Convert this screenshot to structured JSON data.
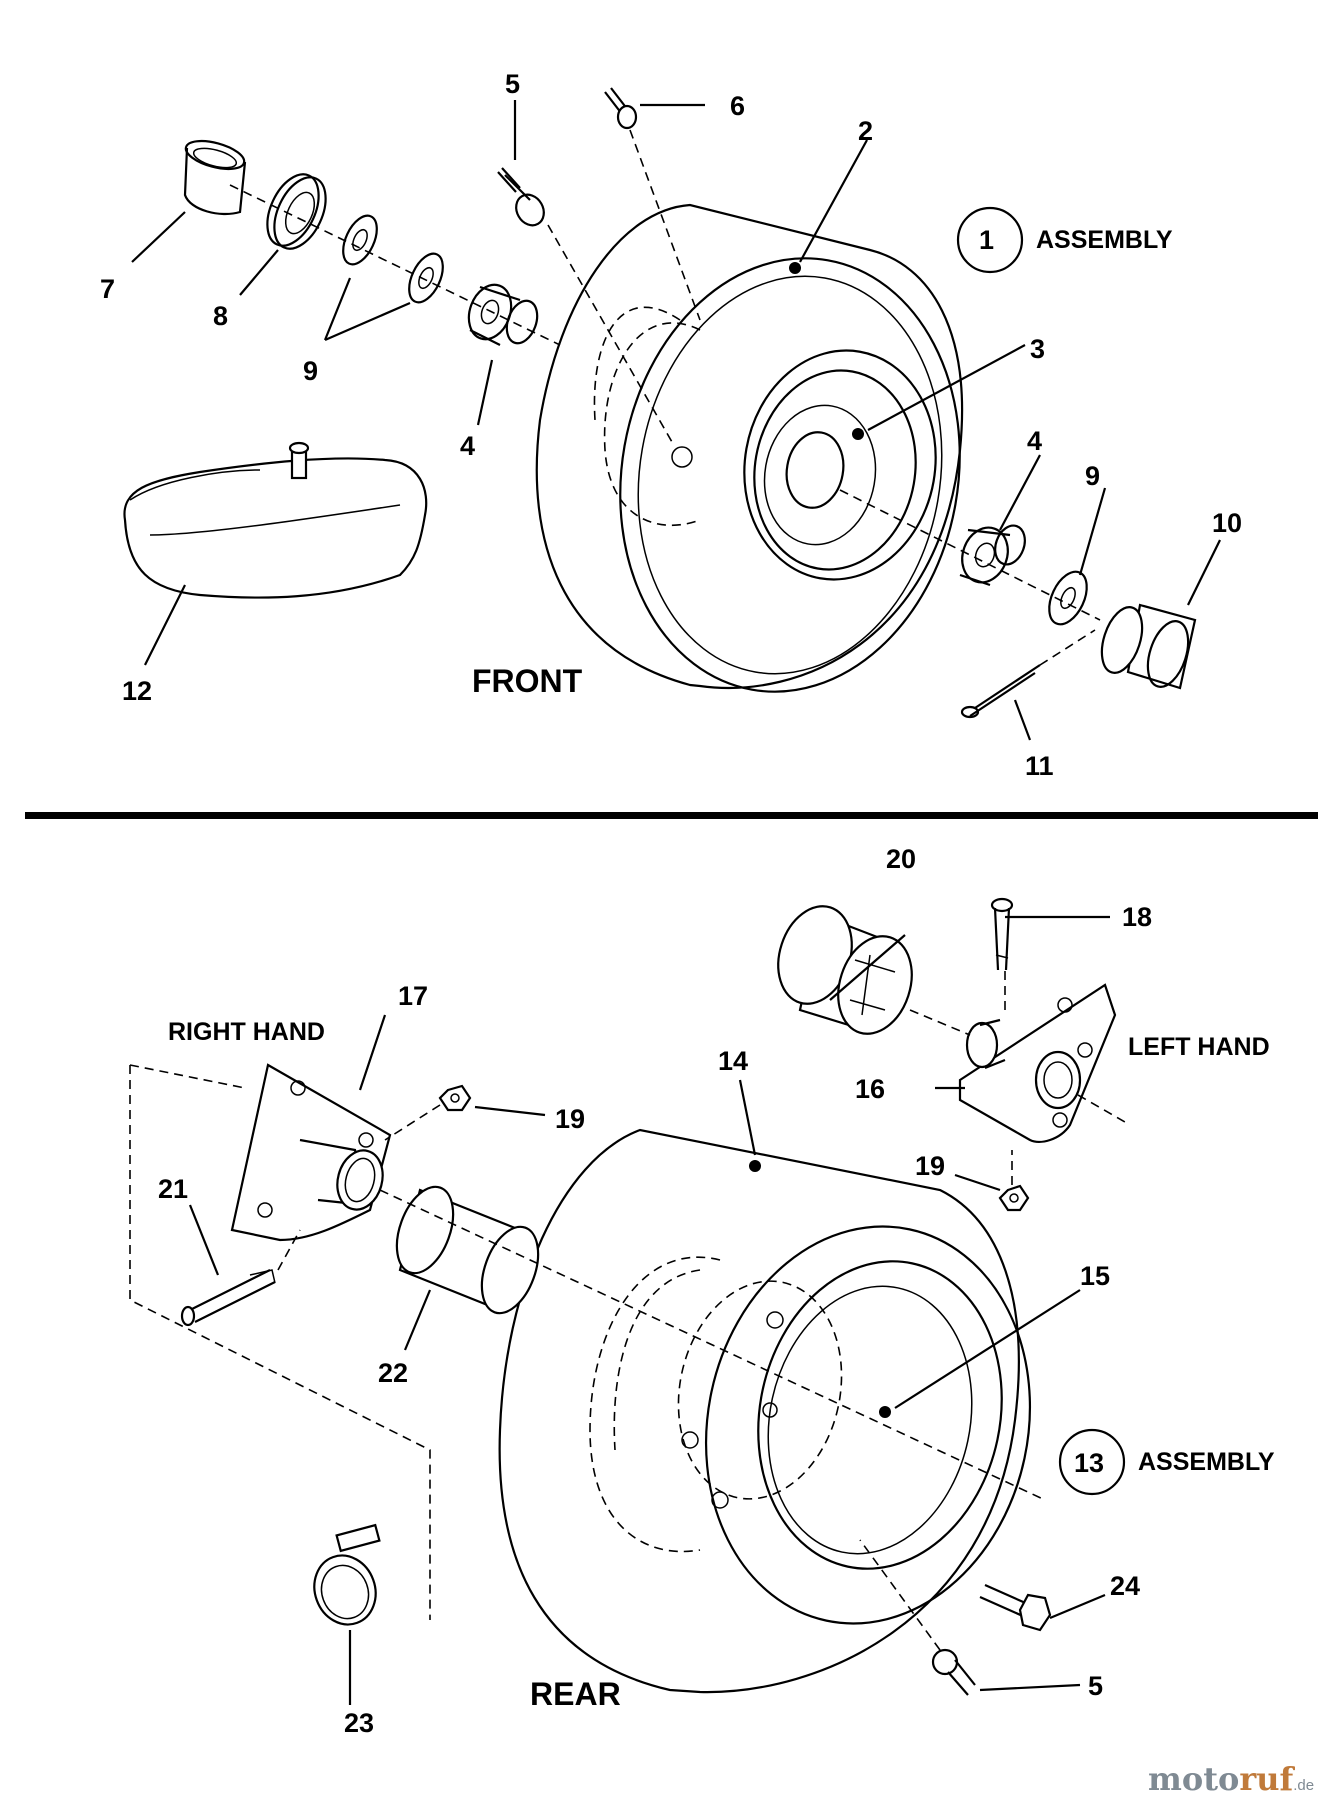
{
  "sections": {
    "front": "FRONT",
    "rear": "REAR"
  },
  "assemblies": {
    "front": {
      "number": "1",
      "label": "ASSEMBLY"
    },
    "rear": {
      "number": "13",
      "label": "ASSEMBLY"
    }
  },
  "hand_labels": {
    "right": "RIGHT HAND",
    "left": "LEFT HAND"
  },
  "callouts": {
    "front": [
      "2",
      "3",
      "4",
      "4",
      "5",
      "6",
      "7",
      "8",
      "9",
      "9",
      "10",
      "11",
      "12"
    ],
    "rear": [
      "14",
      "15",
      "16",
      "17",
      "18",
      "19",
      "19",
      "20",
      "21",
      "22",
      "23",
      "24",
      "5"
    ]
  },
  "watermark": {
    "part1": "moto",
    "part2": "ruf",
    "suffix": ".de"
  }
}
